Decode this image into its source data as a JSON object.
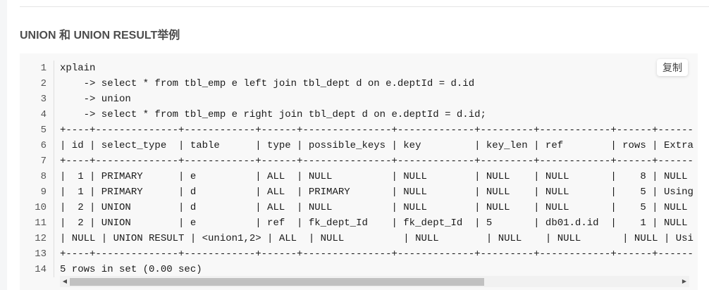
{
  "heading": "UNION 和 UNION RESULT举例",
  "copy_label": "复制",
  "code": {
    "line_numbers": [
      "1",
      "2",
      "3",
      "4",
      "5",
      "6",
      "7",
      "8",
      "9",
      "10",
      "11",
      "12",
      "13",
      "14"
    ],
    "lines": [
      "xplain",
      "    -> select * from tbl_emp e left join tbl_dept d on e.deptId = d.id",
      "    -> union",
      "    -> select * from tbl_emp e right join tbl_dept d on e.deptId = d.id;",
      "+----+--------------+------------+------+---------------+-------------+---------+------------+------+-------",
      "| id | select_type  | table      | type | possible_keys | key         | key_len | ref        | rows | Extra",
      "+----+--------------+------------+------+---------------+-------------+---------+------------+------+-------",
      "|  1 | PRIMARY      | e          | ALL  | NULL          | NULL        | NULL    | NULL       |    8 | NULL",
      "|  1 | PRIMARY      | d          | ALL  | PRIMARY       | NULL        | NULL    | NULL       |    5 | Using",
      "|  2 | UNION        | d          | ALL  | NULL          | NULL        | NULL    | NULL       |    5 | NULL",
      "|  2 | UNION        | e          | ref  | fk_dept_Id    | fk_dept_Id  | 5       | db01.d.id  |    1 | NULL",
      "| NULL | UNION RESULT | <union1,2> | ALL  | NULL          | NULL        | NULL    | NULL       | NULL | Usin",
      "+----+--------------+------------+------+---------------+-------------+---------+------------+------+-------",
      "5 rows in set (0.00 sec)"
    ]
  },
  "scrollbar": {
    "position_fraction": 0.0,
    "visible_fraction": 0.68
  }
}
